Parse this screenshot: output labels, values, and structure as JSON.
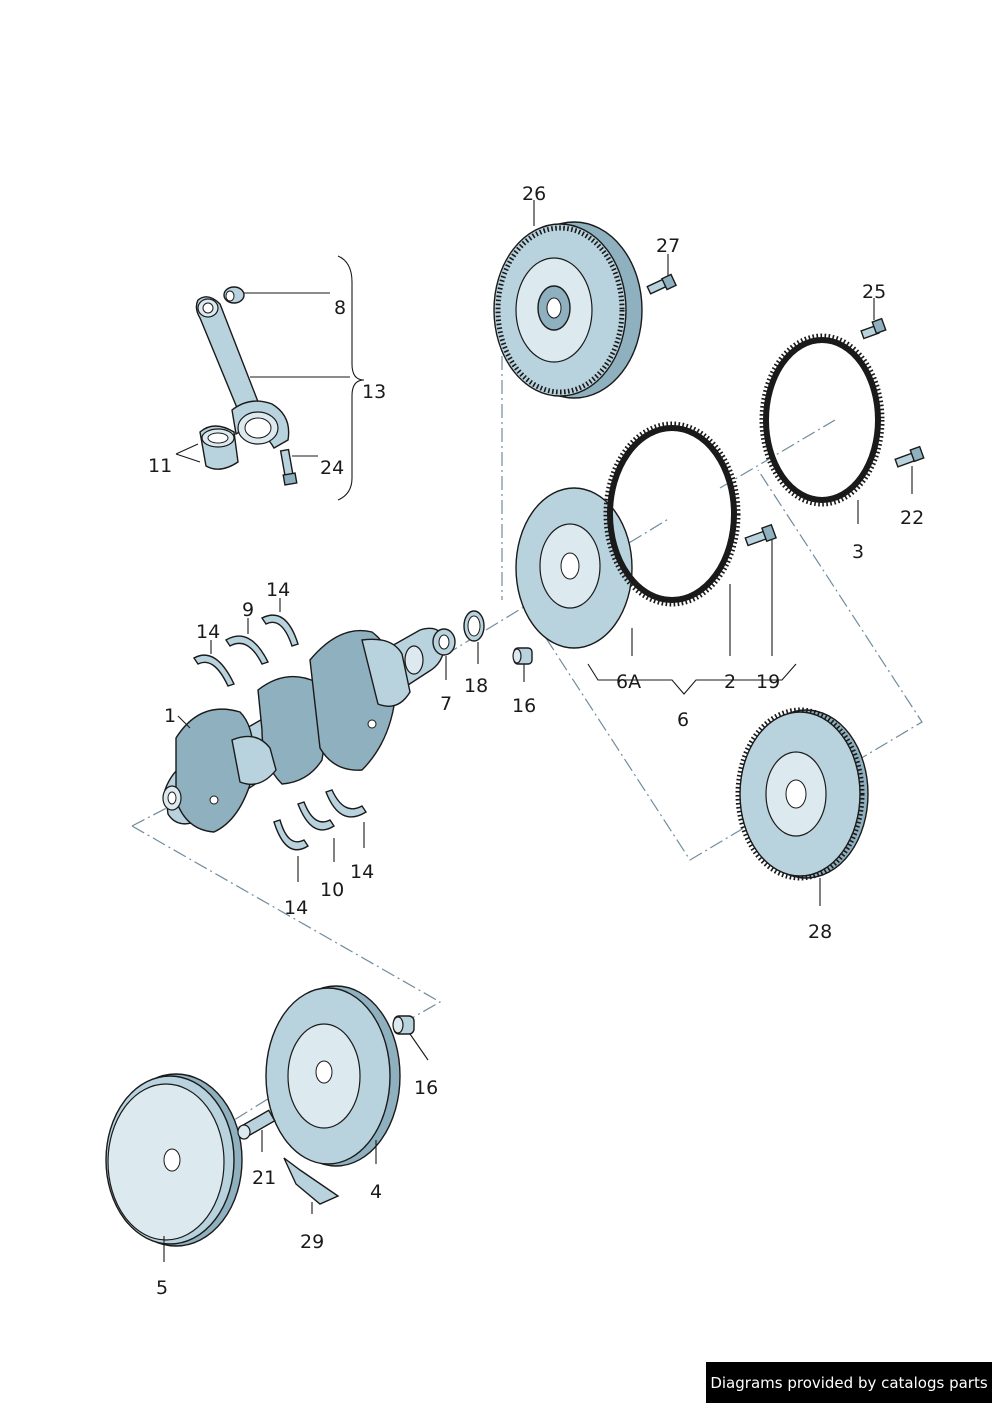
{
  "diagram": {
    "callouts": {
      "c1": "1",
      "c2": "2",
      "c3": "3",
      "c4": "4",
      "c5": "5",
      "c6": "6",
      "c6a": "6A",
      "c7": "7",
      "c8": "8",
      "c9": "9",
      "c10": "10",
      "c11": "11",
      "c13": "13",
      "c14a": "14",
      "c14b": "14",
      "c14c": "14",
      "c14d": "14",
      "c16a": "16",
      "c16b": "16",
      "c18": "18",
      "c19": "19",
      "c21": "21",
      "c22": "22",
      "c24": "24",
      "c25": "25",
      "c26": "26",
      "c27": "27",
      "c28": "28",
      "c29": "29"
    }
  },
  "footer": {
    "credit": "Diagrams provided by catalogs parts"
  },
  "colors": {
    "part_fill": "#b9d3de",
    "part_shadow": "#8fb0bf",
    "axis_line": "#6f8c9c",
    "ink": "#1a1a1a",
    "footer_bg": "#000000"
  }
}
